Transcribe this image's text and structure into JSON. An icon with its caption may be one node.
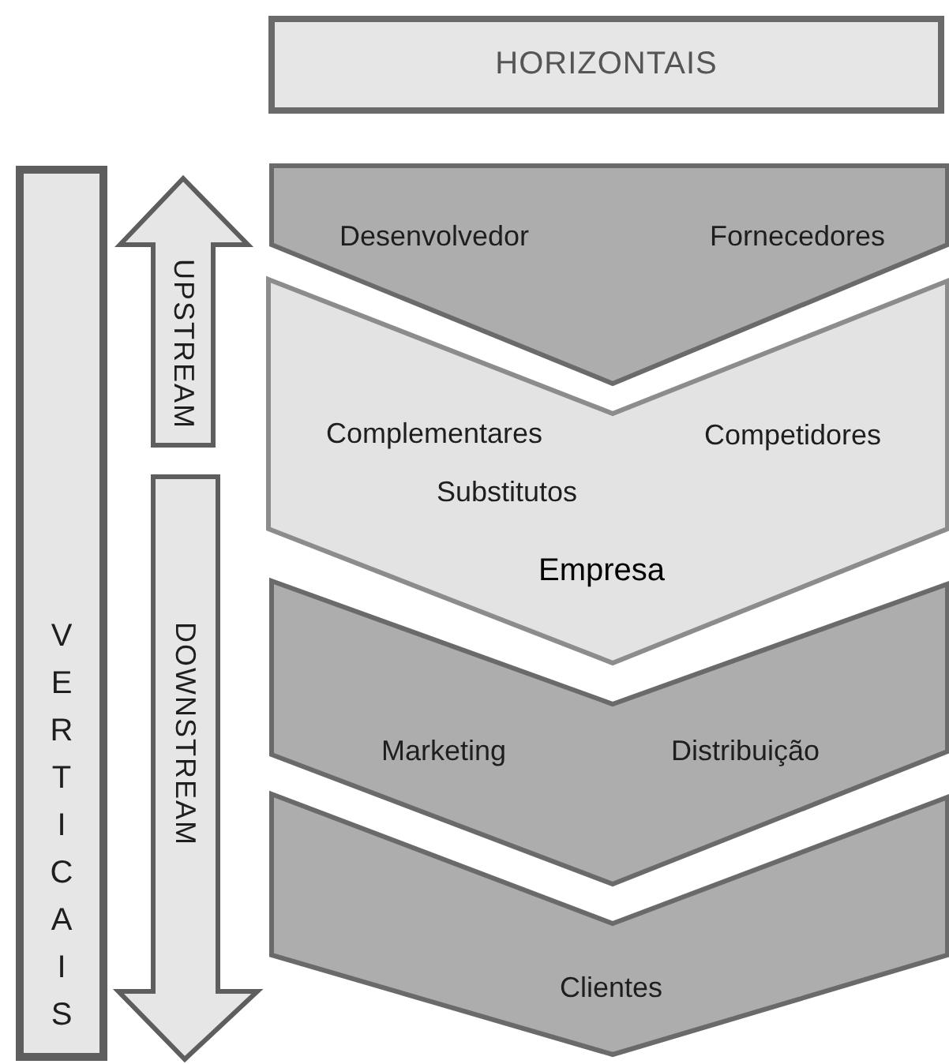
{
  "diagram": {
    "nodes": [
      {
        "text": [
          "HORIZONTAIS"
        ]
      },
      {
        "text": [
          "VERTICAIS"
        ]
      },
      {
        "text": [
          "UPSTREAM"
        ]
      },
      {
        "text": [
          "DOWNSTREAM"
        ]
      },
      {
        "text": [
          "Desenvolvedor",
          "Fornecedores"
        ]
      },
      {
        "text": [
          "Complementares",
          "Competidores",
          "Substitutos",
          "Empresa"
        ]
      },
      {
        "text": [
          "Marketing",
          "Distribuição"
        ]
      },
      {
        "text": [
          "Clientes"
        ]
      }
    ]
  }
}
